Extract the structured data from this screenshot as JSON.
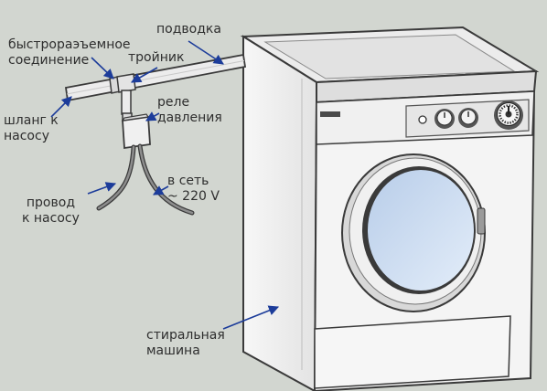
{
  "labels": {
    "quick_coupling": [
      "быстрораэъемное",
      "соединение"
    ],
    "supply": [
      "подводка"
    ],
    "tee": [
      "тройник"
    ],
    "relay": [
      "реле",
      "давления"
    ],
    "hose": [
      "шланг к",
      "насосу"
    ],
    "mains": [
      "в сеть",
      "~ 220 V"
    ],
    "wire": [
      "провод",
      "к насосу"
    ],
    "washer": [
      "стиральная",
      "машина"
    ]
  },
  "colors": {
    "background": "#d2d6d0",
    "arrow": "#1c3c9a",
    "body": "#f2f2f2",
    "outline": "#3a3a3a",
    "door_glass": "#c6d8f0"
  }
}
